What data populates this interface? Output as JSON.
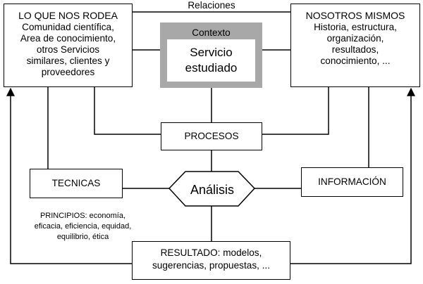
{
  "diagram": {
    "relations_label": "Relaciones",
    "surroundings": {
      "title": "LO QUE NOS RODEA",
      "lines": [
        "Comunidad científica,",
        "Area de conocimiento,",
        "otros Servicios",
        "similares, clientes y",
        "proveedores"
      ]
    },
    "ourselves": {
      "title": "NOSOTROS MISMOS",
      "lines": [
        "Historia, estructura,",
        "organización,",
        "resultados,",
        "conocimiento, ..."
      ]
    },
    "context": {
      "label": "Contexto",
      "service_lines": [
        "Servicio",
        "estudiado"
      ]
    },
    "processes": "PROCESOS",
    "techniques": "TECNICAS",
    "information": "INFORMACIÓN",
    "analysis": "Análisis",
    "principles_lines": [
      "PRINCIPIOS: economía,",
      "eficacia, eficiencia, equidad,",
      "equilibrio, ética"
    ],
    "result_lines": [
      "RESULTADO: modelos,",
      "sugerencias, propuestas, ..."
    ]
  }
}
